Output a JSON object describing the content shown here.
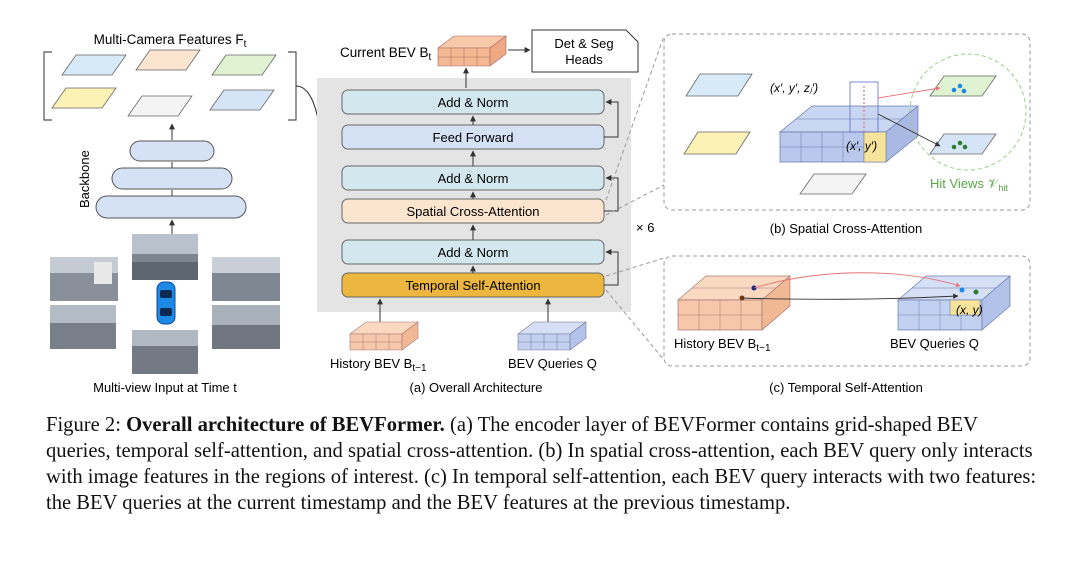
{
  "figure": {
    "multi_camera_features": "Multi-Camera Features F",
    "multi_camera_features_sub": "t",
    "backbone": "Backbone",
    "multi_view_input": "Multi-view Input at Time t",
    "current_bev": "Current BEV B",
    "current_bev_sub": "t",
    "heads_line1": "Det & Seg",
    "heads_line2": "Heads",
    "add_norm": "Add & Norm",
    "feed_forward": "Feed Forward",
    "spatial_cross_attention": "Spatial Cross-Attention",
    "temporal_self_attention": "Temporal Self-Attention",
    "times_six": "× 6",
    "history_bev": "History BEV B",
    "history_bev_sub": "t−1",
    "bev_queries": "BEV Queries Q",
    "panel_a_label": "(a) Overall Architecture",
    "panel_b_label": "(b) Spatial Cross-Attention",
    "panel_c_label": "(c) Temporal Self-Attention",
    "ref_point_3d": "(x′, y′, zⱼ′)",
    "ref_point_2d": "(x′, y′)",
    "hit_views": "Hit Views 𝒱",
    "hit_views_sub": "hit",
    "point_xy": "(x, y)",
    "history_bev_c": "History BEV B",
    "history_bev_c_sub": "t−1",
    "bev_queries_c": "BEV Queries Q"
  },
  "caption": {
    "prefix": "Figure 2: ",
    "bold": "Overall architecture of BEVFormer.",
    "body": " (a) The encoder layer of BEVFormer contains grid-shaped BEV queries, temporal self-attention, and spatial cross-attention. (b) In spatial cross-attention, each BEV query only interacts with image features in the regions of interest. (c) In temporal self-attention, each BEV query interacts with two features: the BEV queries at the current timestamp and the BEV features at the previous timestamp."
  },
  "colors": {
    "block_blue": "#d5e1f4",
    "block_orange": "#fbe5cf",
    "block_gold": "#edb63e",
    "block_teal": "#d3e8ee",
    "panel_gray": "#e4e4e4"
  }
}
